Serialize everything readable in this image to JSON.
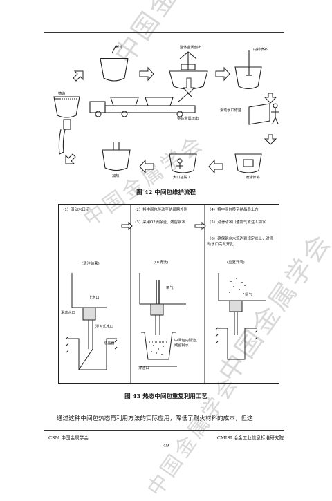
{
  "watermark": "中国金属学会",
  "figure42": {
    "caption": "图 42  中间包维护流程",
    "labels": {
      "cool": "冷却",
      "remove_lining": "整体金属剖出",
      "repair": "内衬喷补",
      "casting": "铸造",
      "slide_gate": "滑动水口修整",
      "transport": "整体金属运出",
      "heating": "加热",
      "nozzle": "大口插脱工",
      "install": "喷涂修补"
    }
  },
  "figure43": {
    "caption": "图 43  热态中间包重复利用工艺",
    "col1": {
      "steps": [
        "（1）滑动水口闭"
      ],
      "state": "(浇注结束)",
      "labels": {
        "upper_nozzle": "上水口",
        "slide_gate": "滑动水口",
        "submerged_nozzle": "浸入式水口",
        "crystallizer": "结晶器"
      }
    },
    "col2": {
      "steps": [
        "（2）将中间包移动至结晶器外侧",
        "（3）采用O2清除渣、残留钢水"
      ],
      "state": "(O₂清洗)",
      "labels": {
        "oxygen": "氧气",
        "residue": "中间包内残渣、残留钢水",
        "slag_outlet": "排渣口"
      }
    },
    "col3": {
      "steps": [
        "（4）将中间包移至结晶器上方",
        "（5）对滑动水口通氮气或注入钢水",
        "（6）确保钢水水流达到规定以上，对滑动水口完氮开孔"
      ],
      "state": "(重复开浇)",
      "labels": {
        "nitrogen": "氮气"
      }
    }
  },
  "body_text": "通过这种中间包热态再利用方法的实际应用，降低了耐火材料的成本，但这",
  "footer": {
    "left": "CSM 中国金属学会",
    "right": "CMISI 冶金工业信息标准研究院",
    "page": "49"
  }
}
